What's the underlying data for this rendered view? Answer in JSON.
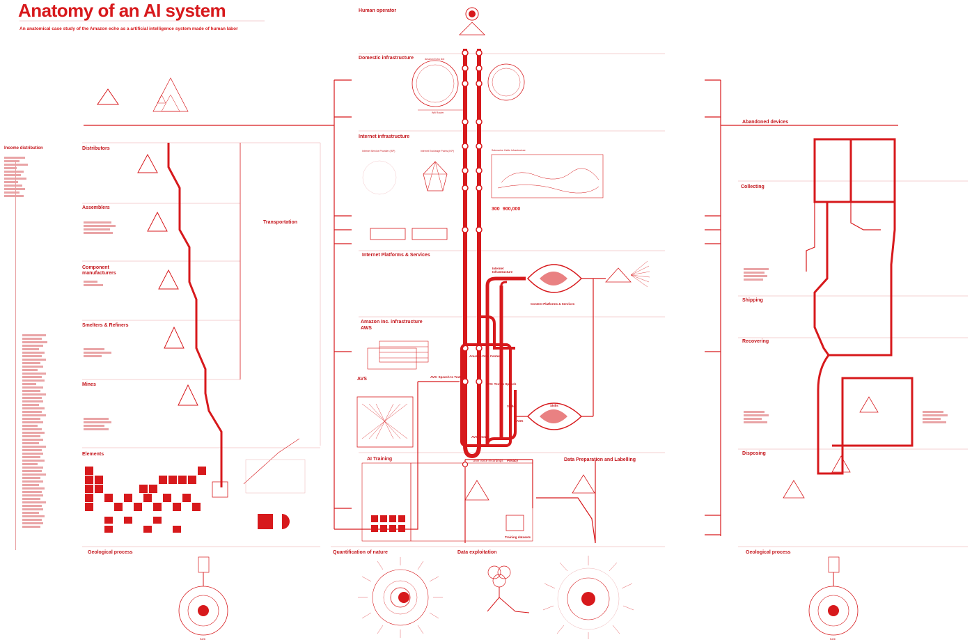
{
  "header": {
    "title": "Anatomy of an AI system",
    "subtitle": "An anatomical case study of the Amazon echo as a artificial intelligence system made of human labor"
  },
  "sections": {
    "income_distribution": "Income distribution",
    "distributors": "Distributors",
    "assemblers": "Assemblers",
    "component_manufacturers": "Component manufacturers",
    "smelters_refiners": "Smelters & Refiners",
    "mines": "Mines",
    "elements": "Elements",
    "geological_process_left": "Geological process",
    "transportation": "Transportation",
    "human_operator": "Human operator",
    "domestic_infrastructure": "Domestic infrastructure",
    "internet_infrastructure": "Internet infrastructure",
    "internet_platforms": "Internet Platforms & Services",
    "amazon_infrastructure": "Amazon Inc. infrastructure",
    "aws": "AWS",
    "aws_box": "AVS",
    "ai_training": "AI Training",
    "data_preparation": "Data Preparation and Labelling",
    "quantification": "Quantification of nature",
    "data_exploitation": "Data exploitation",
    "abandoned_devices": "Abandoned devices",
    "collecting": "Collecting",
    "shipping": "Shipping",
    "recovering": "Recovering",
    "disposing": "Disposing",
    "geological_process_right": "Geological process"
  },
  "labels": {
    "amazon_data_center": "Amazon Data Center",
    "speech_to_text": "AVS: Speech to Text",
    "text_to_speech": "AVS: Text to Speech",
    "skills": "Skills",
    "ask": "ASK",
    "avs_intent": "AVS: Intent",
    "user_voice": "User voice recordings",
    "privacy": "Privacy",
    "training_datasets": "Training datasets",
    "content_platforms": "Content Platforms & Services",
    "internet_infra_small": "Internet Infrastructure",
    "echo_dot": "Amazon Echo Dot",
    "wifi_router": "Wifi Router",
    "isp": "Internet Service Provider (ISP)",
    "ixp": "Internet Exchange Points (IXP)",
    "submarine": "Submarine Cable Infrastructure",
    "stat_1": "300",
    "stat_2": "900,000",
    "earth": "Earth"
  }
}
